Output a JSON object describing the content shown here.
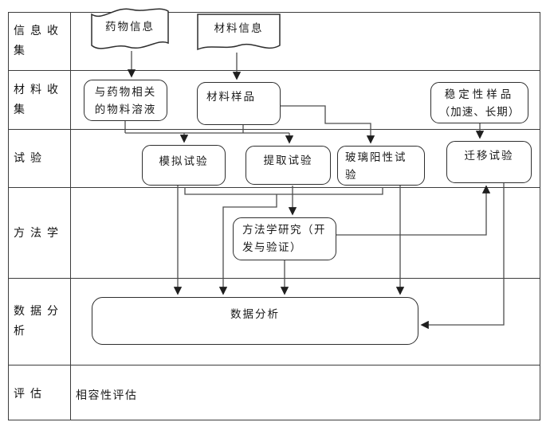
{
  "diagram": {
    "type": "flowchart",
    "row_labels": [
      "信息收集",
      "材料收集",
      "试验",
      "方法学",
      "数据分析",
      "评估"
    ],
    "nodes": {
      "drug_info": {
        "shape": "tape",
        "lines": [
          "药物信息"
        ]
      },
      "material_info": {
        "shape": "document",
        "lines": [
          "材料信息"
        ]
      },
      "drug_solution": {
        "shape": "rounded-rect",
        "lines": [
          "与药物相关",
          "的物料溶液"
        ]
      },
      "material_sample": {
        "shape": "rounded-rect",
        "lines": [
          "材料样品"
        ]
      },
      "stability_sample": {
        "shape": "rounded-rect",
        "lines": [
          "稳定性样品",
          "（加速、长期）"
        ]
      },
      "simulation_test": {
        "shape": "rounded-rect",
        "lines": [
          "模拟试验"
        ]
      },
      "extraction_test": {
        "shape": "rounded-rect",
        "lines": [
          "提取试验"
        ]
      },
      "glass_positive_test": {
        "shape": "rounded-rect",
        "lines": [
          "玻璃阳性试",
          "验"
        ]
      },
      "migration_test": {
        "shape": "rounded-rect",
        "lines": [
          "迁移试验"
        ]
      },
      "methodology_study": {
        "shape": "rounded-rect",
        "lines": [
          "方法学研究（开",
          "发与验证）"
        ]
      },
      "data_analysis": {
        "shape": "rounded-rect",
        "lines": [
          "数据分析"
        ]
      },
      "compatibility_evaluation": {
        "shape": "text",
        "lines": [
          "相容性评估"
        ]
      }
    },
    "colors": {
      "background": "#ffffff",
      "grid_line": "#3c3c3c",
      "connector_line": "#4d4d4d",
      "box_border": "#2e2e2e",
      "text": "#1a1a1a"
    }
  }
}
